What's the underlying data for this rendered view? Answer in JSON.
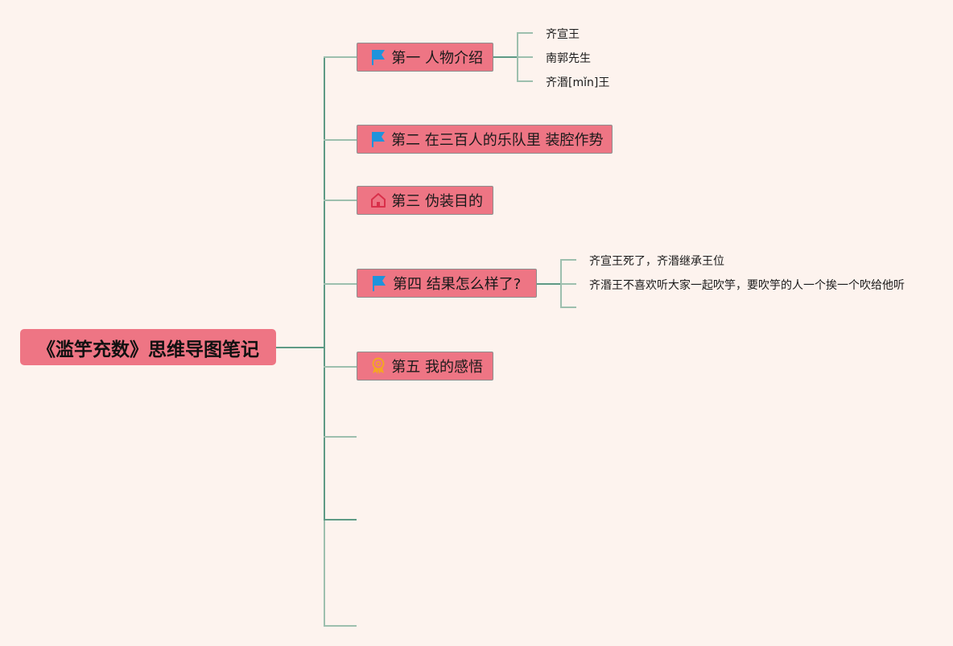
{
  "mindmap": {
    "root": {
      "label": "《滥竽充数》思维导图笔记"
    },
    "topics": [
      {
        "label": "第一 人物介绍",
        "icon": "flag-icon",
        "children": [
          "齐宣王",
          "南郭先生",
          "齐湣[mǐn]王"
        ]
      },
      {
        "label": "第二 在三百人的乐队里 装腔作势",
        "icon": "flag-icon",
        "children": []
      },
      {
        "label": "第三 伪装目的",
        "icon": "home-icon",
        "children": []
      },
      {
        "label": "第四 结果怎么样了?",
        "icon": "flag-icon",
        "children": [
          "齐宣王死了，齐湣继承王位",
          "齐湣王不喜欢听大家一起吹竽，要吹竽的人一个挨一个吹给他听",
          ""
        ]
      },
      {
        "label": "第五 我的感悟",
        "icon": "award-icon",
        "children": []
      },
      {
        "label": "",
        "icon": "",
        "children": []
      },
      {
        "label": "",
        "icon": "",
        "children": []
      },
      {
        "label": "",
        "icon": "",
        "children": []
      }
    ]
  },
  "colors": {
    "background": "#fdf3ee",
    "node_fill": "#ee7584",
    "connector": "#9dbfae",
    "flag_icon": "#1e93dc",
    "home_icon": "#d9304a",
    "award_icon": "#f5a623"
  }
}
